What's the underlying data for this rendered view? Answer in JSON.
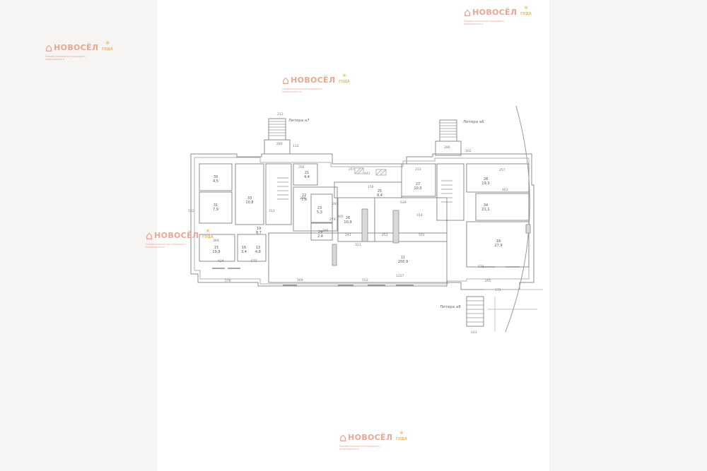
{
  "watermark": {
    "brand": "НОВОСЁЛ",
    "tagline": "Профессиональная площадка о недвижимости",
    "years_label": "ГОДА",
    "color": "#e29a82",
    "accent": "#d8b35a"
  },
  "plan": {
    "stair_labels": [
      "Литера а7",
      "Литера а6",
      "Литера а8"
    ],
    "rooms": [
      {
        "num": "39",
        "area": "4,5"
      },
      {
        "num": "31",
        "area": "7,9"
      },
      {
        "num": "33",
        "area": "10,8"
      },
      {
        "num": "21",
        "area": "4,4"
      },
      {
        "num": "22",
        "area": "7,9"
      },
      {
        "num": "23",
        "area": "5,3"
      },
      {
        "num": "26",
        "area": "10,9"
      },
      {
        "num": "24",
        "area": "2,4"
      },
      {
        "num": "25",
        "area": "9,4"
      },
      {
        "num": "27",
        "area": "10,0"
      },
      {
        "num": "28",
        "area": "19,3"
      },
      {
        "num": "34",
        "area": "21,1"
      },
      {
        "num": "18",
        "area": "27,9"
      },
      {
        "num": "19",
        "area": "8,7"
      },
      {
        "num": "15",
        "area": "19,9"
      },
      {
        "num": "11",
        "area": "200,9"
      },
      {
        "num": "16",
        "area": "3,4"
      },
      {
        "num": "13",
        "area": "4,8"
      }
    ],
    "dims": [
      "212",
      "280",
      "112",
      "257",
      "441",
      "213",
      "280",
      "162",
      "576",
      "569",
      "553",
      "1227",
      "574",
      "265",
      "171",
      "143",
      "384",
      "434",
      "575",
      "152",
      "313",
      "501",
      "283",
      "314",
      "251",
      "639",
      "321",
      "241",
      "305",
      "356",
      "274",
      "396",
      "206",
      "156",
      "257",
      "463"
    ]
  }
}
